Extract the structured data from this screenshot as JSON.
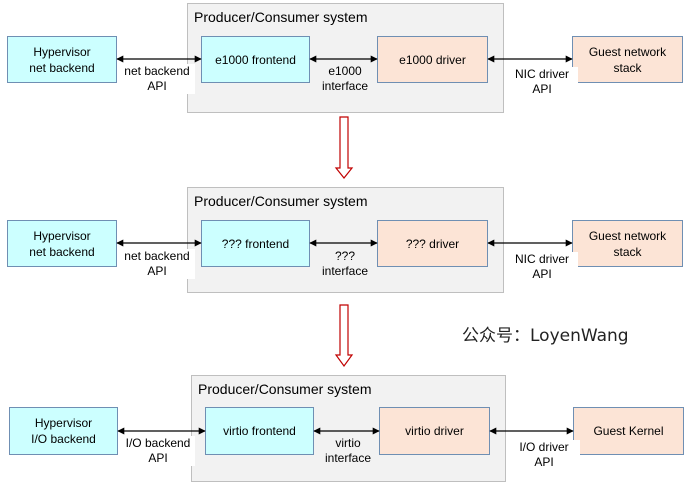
{
  "rows": [
    {
      "system_title": "Producer/Consumer system",
      "left_box": "Hypervisor\nnet backend",
      "frontend": "e1000 frontend",
      "driver": "e1000 driver",
      "right_box": "Guest network\nstack",
      "left_api": "net backend\nAPI",
      "mid_interface": "e1000\ninterface",
      "right_api": "NIC driver\nAPI"
    },
    {
      "system_title": "Producer/Consumer system",
      "left_box": "Hypervisor\nnet backend",
      "frontend": "??? frontend",
      "driver": "??? driver",
      "right_box": "Guest network\nstack",
      "left_api": "net backend\nAPI",
      "mid_interface": "???\ninterface",
      "right_api": "NIC driver\nAPI"
    },
    {
      "system_title": "Producer/Consumer system",
      "left_box": "Hypervisor\nI/O backend",
      "frontend": "virtio frontend",
      "driver": "virtio driver",
      "right_box": "Guest Kernel",
      "left_api": "I/O backend\nAPI",
      "mid_interface": "virtio\ninterface",
      "right_api": "I/O driver\nAPI"
    }
  ],
  "watermark": "公众号：LoyenWang",
  "colors": {
    "system_bg": "#f2f2f2",
    "frontend_fill": "#ccffff",
    "driver_fill": "#fce4d6",
    "box_border": "#6f8fb3",
    "transition_arrow": "#c00000"
  }
}
